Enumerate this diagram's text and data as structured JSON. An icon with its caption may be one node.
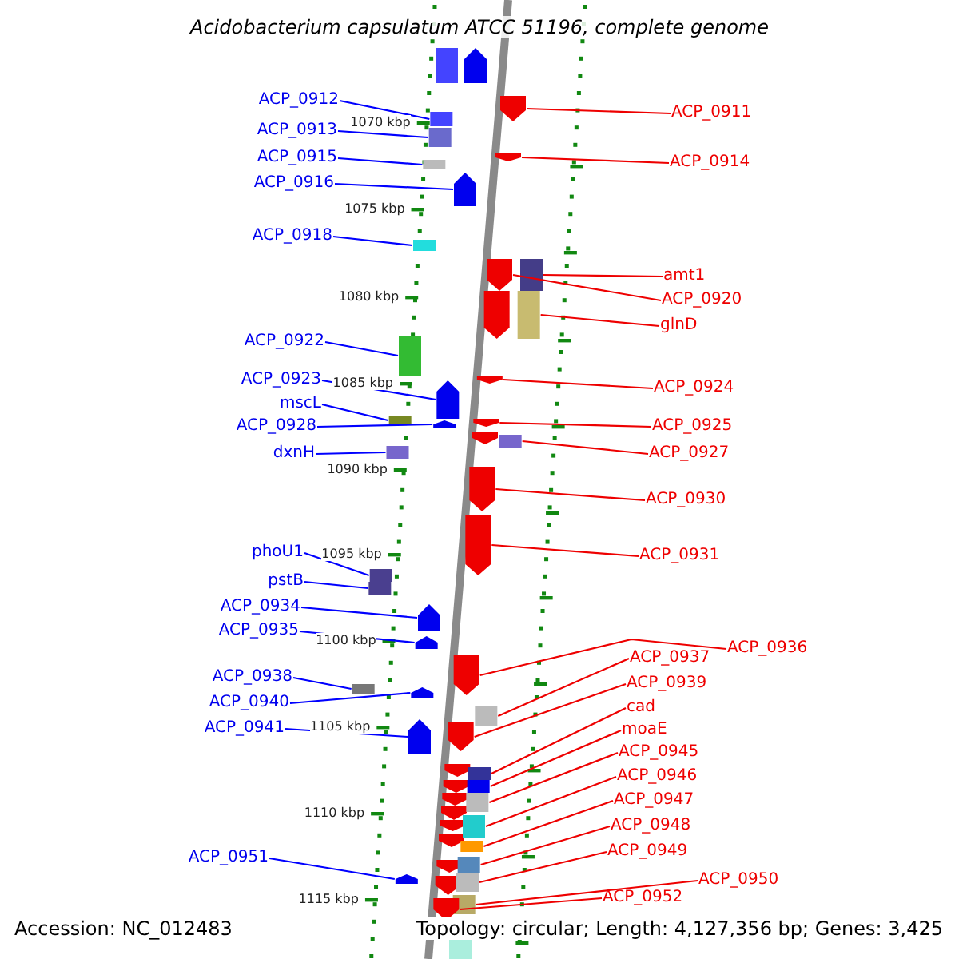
{
  "diagram": {
    "title": "Acidobacterium capsulatum ATCC 51196, complete genome",
    "nodes": [
      {
        "text": [
          "ACP_0912"
        ]
      },
      {
        "text": [
          "ACP_0913"
        ]
      },
      {
        "text": [
          "ACP_0915"
        ]
      },
      {
        "text": [
          "ACP_0916"
        ]
      },
      {
        "text": [
          "ACP_0918"
        ]
      },
      {
        "text": [
          "ACP_0922"
        ]
      },
      {
        "text": [
          "ACP_0923"
        ]
      },
      {
        "text": [
          "mscL"
        ]
      },
      {
        "text": [
          "ACP_0928"
        ]
      },
      {
        "text": [
          "dxnH"
        ]
      },
      {
        "text": [
          "phoU1"
        ]
      },
      {
        "text": [
          "pstB"
        ]
      },
      {
        "text": [
          "ACP_0934"
        ]
      },
      {
        "text": [
          "ACP_0935"
        ]
      },
      {
        "text": [
          "ACP_0938"
        ]
      },
      {
        "text": [
          "ACP_0940"
        ]
      },
      {
        "text": [
          "ACP_0941"
        ]
      },
      {
        "text": [
          "ACP_0951"
        ]
      },
      {
        "text": [
          "ACP_0911"
        ]
      },
      {
        "text": [
          "ACP_0914"
        ]
      },
      {
        "text": [
          "amt1"
        ]
      },
      {
        "text": [
          "ACP_0920"
        ]
      },
      {
        "text": [
          "glnD"
        ]
      },
      {
        "text": [
          "ACP_0924"
        ]
      },
      {
        "text": [
          "ACP_0925"
        ]
      },
      {
        "text": [
          "ACP_0927"
        ]
      },
      {
        "text": [
          "ACP_0930"
        ]
      },
      {
        "text": [
          "ACP_0931"
        ]
      },
      {
        "text": [
          "ACP_0936"
        ]
      },
      {
        "text": [
          "ACP_0937"
        ]
      },
      {
        "text": [
          "ACP_0939"
        ]
      },
      {
        "text": [
          "cad"
        ]
      },
      {
        "text": [
          "moaE"
        ]
      },
      {
        "text": [
          "ACP_0945"
        ]
      },
      {
        "text": [
          "ACP_0946"
        ]
      },
      {
        "text": [
          "ACP_0947"
        ]
      },
      {
        "text": [
          "ACP_0948"
        ]
      },
      {
        "text": [
          "ACP_0949"
        ]
      },
      {
        "text": [
          "ACP_0950"
        ]
      },
      {
        "text": [
          "ACP_0952"
        ]
      },
      {
        "text": [],
        "shape": "box"
      },
      {
        "text": [],
        "shape": "box"
      },
      {
        "text": [],
        "shape": "box"
      },
      {
        "text": [],
        "shape": "arrow"
      },
      {
        "text": [],
        "shape": "box"
      },
      {
        "text": [],
        "shape": "box"
      },
      {
        "text": [],
        "shape": "arrow"
      },
      {
        "text": [],
        "shape": "box"
      },
      {
        "text": [],
        "shape": "arrow"
      },
      {
        "text": [],
        "shape": "box"
      },
      {
        "text": [],
        "shape": "box"
      },
      {
        "text": [],
        "shape": "box"
      },
      {
        "text": [],
        "shape": "arrow"
      },
      {
        "text": [],
        "shape": "arrow"
      },
      {
        "text": [],
        "shape": "box"
      },
      {
        "text": [],
        "shape": "arrow"
      },
      {
        "text": [],
        "shape": "arrow"
      },
      {
        "text": [],
        "shape": "arrow"
      },
      {
        "text": [],
        "shape": "arrow"
      },
      {
        "text": [],
        "shape": "arrow"
      },
      {
        "text": [],
        "shape": "box"
      },
      {
        "text": [],
        "shape": "arrow"
      },
      {
        "text": [],
        "shape": "box"
      },
      {
        "text": [],
        "shape": "arrow"
      },
      {
        "text": [],
        "shape": "arrow"
      },
      {
        "text": [],
        "shape": "box"
      },
      {
        "text": [],
        "shape": "arrow"
      },
      {
        "text": [],
        "shape": "arrow"
      },
      {
        "text": [],
        "shape": "arrow"
      },
      {
        "text": [],
        "shape": "arrow"
      },
      {
        "text": [],
        "shape": "box"
      },
      {
        "text": [],
        "shape": "box"
      },
      {
        "text": [],
        "shape": "box"
      },
      {
        "text": [],
        "shape": "box"
      },
      {
        "text": [],
        "shape": "box"
      },
      {
        "text": [],
        "shape": "box"
      },
      {
        "text": [],
        "shape": "box"
      },
      {
        "text": [],
        "shape": "box"
      },
      {
        "text": [],
        "shape": "box"
      },
      {
        "text": [],
        "shape": "arrow"
      }
    ],
    "edges": [
      {
        "from": 0,
        "to": 40,
        "arrow": "none",
        "color": "#0000ff"
      },
      {
        "from": 1,
        "to": 41,
        "arrow": "none",
        "color": "#0000ff"
      },
      {
        "from": 2,
        "to": 42,
        "arrow": "none",
        "color": "#0000ff"
      },
      {
        "from": 3,
        "to": 43,
        "arrow": "none",
        "color": "#0000ff"
      },
      {
        "from": 4,
        "to": 44,
        "arrow": "none",
        "color": "#0000ff"
      },
      {
        "from": 5,
        "to": 45,
        "arrow": "none",
        "color": "#0000ff"
      },
      {
        "from": 6,
        "to": 46,
        "arrow": "none",
        "color": "#0000ff"
      },
      {
        "from": 7,
        "to": 47,
        "arrow": "none",
        "color": "#0000ff"
      },
      {
        "from": 8,
        "to": 48,
        "arrow": "none",
        "color": "#0000ff"
      },
      {
        "from": 9,
        "to": 49,
        "arrow": "none",
        "color": "#0000ff"
      },
      {
        "from": 10,
        "to": 50,
        "arrow": "none",
        "color": "#0000ff"
      },
      {
        "from": 11,
        "to": 51,
        "arrow": "none",
        "color": "#0000ff"
      },
      {
        "from": 12,
        "to": 52,
        "arrow": "none",
        "color": "#0000ff"
      },
      {
        "from": 13,
        "to": 53,
        "arrow": "none",
        "color": "#0000ff"
      },
      {
        "from": 14,
        "to": 54,
        "arrow": "none",
        "color": "#0000ff"
      },
      {
        "from": 15,
        "to": 55,
        "arrow": "none",
        "color": "#0000ff"
      },
      {
        "from": 16,
        "to": 56,
        "arrow": "none",
        "color": "#0000ff"
      },
      {
        "from": 17,
        "to": 57,
        "arrow": "none",
        "color": "#0000ff"
      },
      {
        "from": 18,
        "to": 58,
        "arrow": "none"
      },
      {
        "from": 19,
        "to": 59,
        "arrow": "none"
      },
      {
        "from": 20,
        "to": 60,
        "arrow": "none"
      },
      {
        "from": 21,
        "to": 61,
        "arrow": "none"
      },
      {
        "from": 22,
        "to": 62,
        "arrow": "none"
      },
      {
        "from": 23,
        "to": 63,
        "arrow": "none"
      },
      {
        "from": 24,
        "to": 64,
        "arrow": "none"
      },
      {
        "from": 25,
        "to": 65,
        "arrow": "none"
      },
      {
        "from": 26,
        "to": 66,
        "arrow": "none"
      },
      {
        "from": 27,
        "to": 67,
        "arrow": "none"
      },
      {
        "from": 28,
        "to": 68,
        "arrow": "none"
      },
      {
        "from": 29,
        "to": 70,
        "arrow": "none"
      },
      {
        "from": 30,
        "to": 69,
        "arrow": "none"
      },
      {
        "from": 31,
        "to": 71,
        "arrow": "none"
      },
      {
        "from": 32,
        "to": 72,
        "arrow": "none"
      },
      {
        "from": 33,
        "to": 73,
        "arrow": "none"
      },
      {
        "from": 34,
        "to": 74,
        "arrow": "none"
      },
      {
        "from": 35,
        "to": 75,
        "arrow": "none"
      },
      {
        "from": 36,
        "to": 76,
        "arrow": "none"
      },
      {
        "from": 37,
        "to": 77,
        "arrow": "none"
      },
      {
        "from": 38,
        "to": 78,
        "arrow": "none"
      },
      {
        "from": 39,
        "to": 79,
        "arrow": "none"
      }
    ],
    "labels": [
      "1070 kbp",
      "1075 kbp",
      "1080 kbp",
      "1085 kbp",
      "1090 kbp",
      "1095 kbp",
      "1100 kbp",
      "1105 kbp",
      "1110 kbp",
      "1115 kbp",
      "Accession: NC_012483",
      "Topology: circular; Length: 4,127,356 bp; Genes: 3,425"
    ]
  }
}
